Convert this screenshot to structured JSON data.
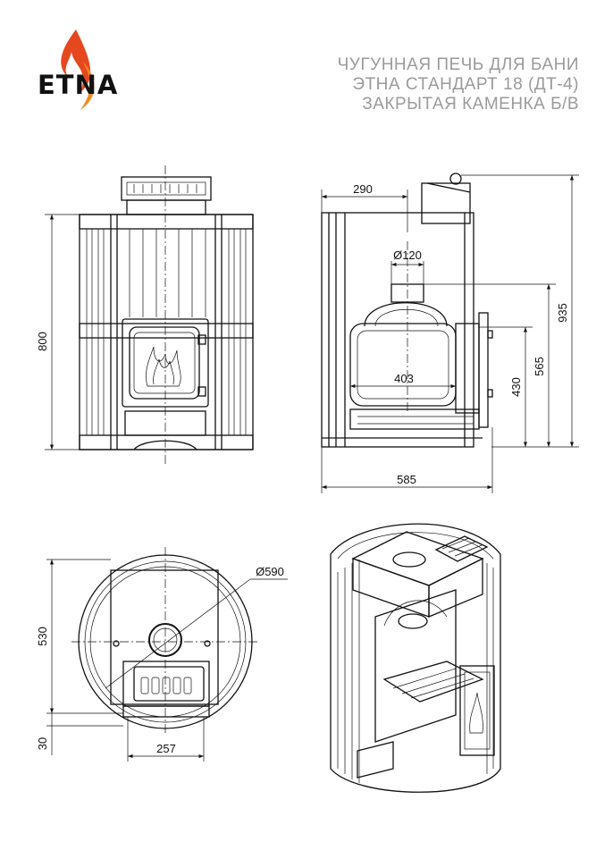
{
  "brand": {
    "name": "ETNA",
    "flame_colors": [
      "#e5471f",
      "#f08a1c"
    ]
  },
  "title": {
    "line1": "ЧУГУННАЯ ПЕЧЬ ДЛЯ БАНИ",
    "line2": "ЭТНА СТАНДАРТ 18 (ДТ-4)",
    "line3": "ЗАКРЫТАЯ КАМЕНКА Б/В"
  },
  "dimensions": {
    "front_height": "800",
    "side_top_offset": "290",
    "flue_diameter": "Ø120",
    "total_height": "935",
    "door_height": "565",
    "firebox_height": "430",
    "firebox_width": "403",
    "depth": "585",
    "outer_diameter": "Ø590",
    "plan_depth": "530",
    "base_offset": "30",
    "door_width": "257"
  },
  "views": [
    "front-view",
    "side-view",
    "top-view",
    "isometric-cutaway"
  ]
}
